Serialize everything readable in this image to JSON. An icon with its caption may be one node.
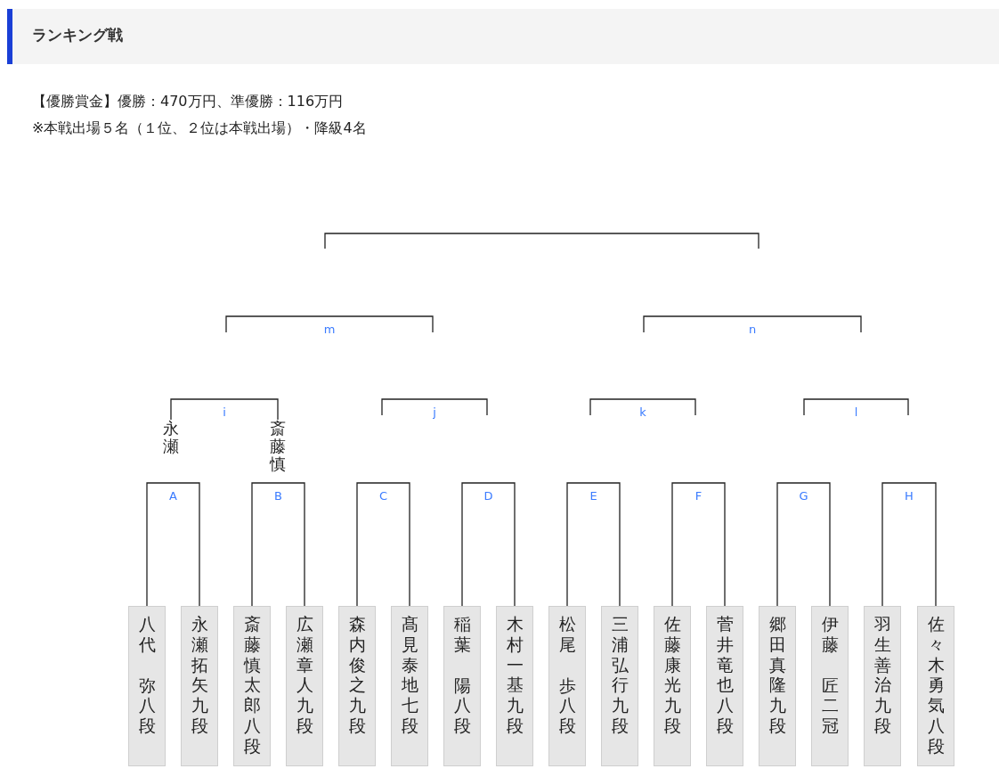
{
  "diagram": {
    "title": "ランキング戦",
    "nodes": [
      {
        "text": [
          "永瀬"
        ]
      },
      {
        "text": [
          "斎藤慎"
        ]
      },
      {
        "text": [
          "八代",
          "弥八段"
        ]
      },
      {
        "text": [
          "永瀬拓矢九段"
        ]
      },
      {
        "text": [
          "斎藤慎太郎八段"
        ]
      },
      {
        "text": [
          "広瀬章人九段"
        ]
      },
      {
        "text": [
          "森内俊之九段"
        ]
      },
      {
        "text": [
          "髙見泰地七段"
        ]
      },
      {
        "text": [
          "稲葉",
          "陽八段"
        ]
      },
      {
        "text": [
          "木村一基九段"
        ]
      },
      {
        "text": [
          "松尾",
          "歩八段"
        ]
      },
      {
        "text": [
          "三浦弘行九段"
        ]
      },
      {
        "text": [
          "佐藤康光九段"
        ]
      },
      {
        "text": [
          "菅井竜也八段"
        ]
      },
      {
        "text": [
          "郷田真隆九段"
        ]
      },
      {
        "text": [
          "伊藤",
          "匠二冠"
        ]
      },
      {
        "text": [
          "羽生善治九段"
        ]
      },
      {
        "text": [
          "佐々木勇気八段"
        ]
      }
    ],
    "edges": [
      {
        "from": 0,
        "to": 1,
        "arrow": "none",
        "label": "i"
      },
      {
        "from": 2,
        "to": 3,
        "arrow": "none",
        "label": "A"
      },
      {
        "from": 4,
        "to": 5,
        "arrow": "none",
        "label": "B"
      },
      {
        "from": 6,
        "to": 7,
        "arrow": "none",
        "label": "C"
      },
      {
        "from": 8,
        "to": 9,
        "arrow": "none",
        "label": "D"
      },
      {
        "from": 10,
        "to": 11,
        "arrow": "none",
        "label": "E"
      },
      {
        "from": 12,
        "to": 13,
        "arrow": "none",
        "label": "F"
      },
      {
        "from": 14,
        "to": 15,
        "arrow": "none",
        "label": "G"
      },
      {
        "from": 16,
        "to": 17,
        "arrow": "none",
        "label": "H"
      }
    ],
    "labels": [
      "【優勝賞金】優勝：470万円、準優勝：116万円",
      "※本戦出場５名（１位、２位は本戦出場）・降級4名",
      "m",
      "n",
      "j",
      "k",
      "l"
    ]
  }
}
